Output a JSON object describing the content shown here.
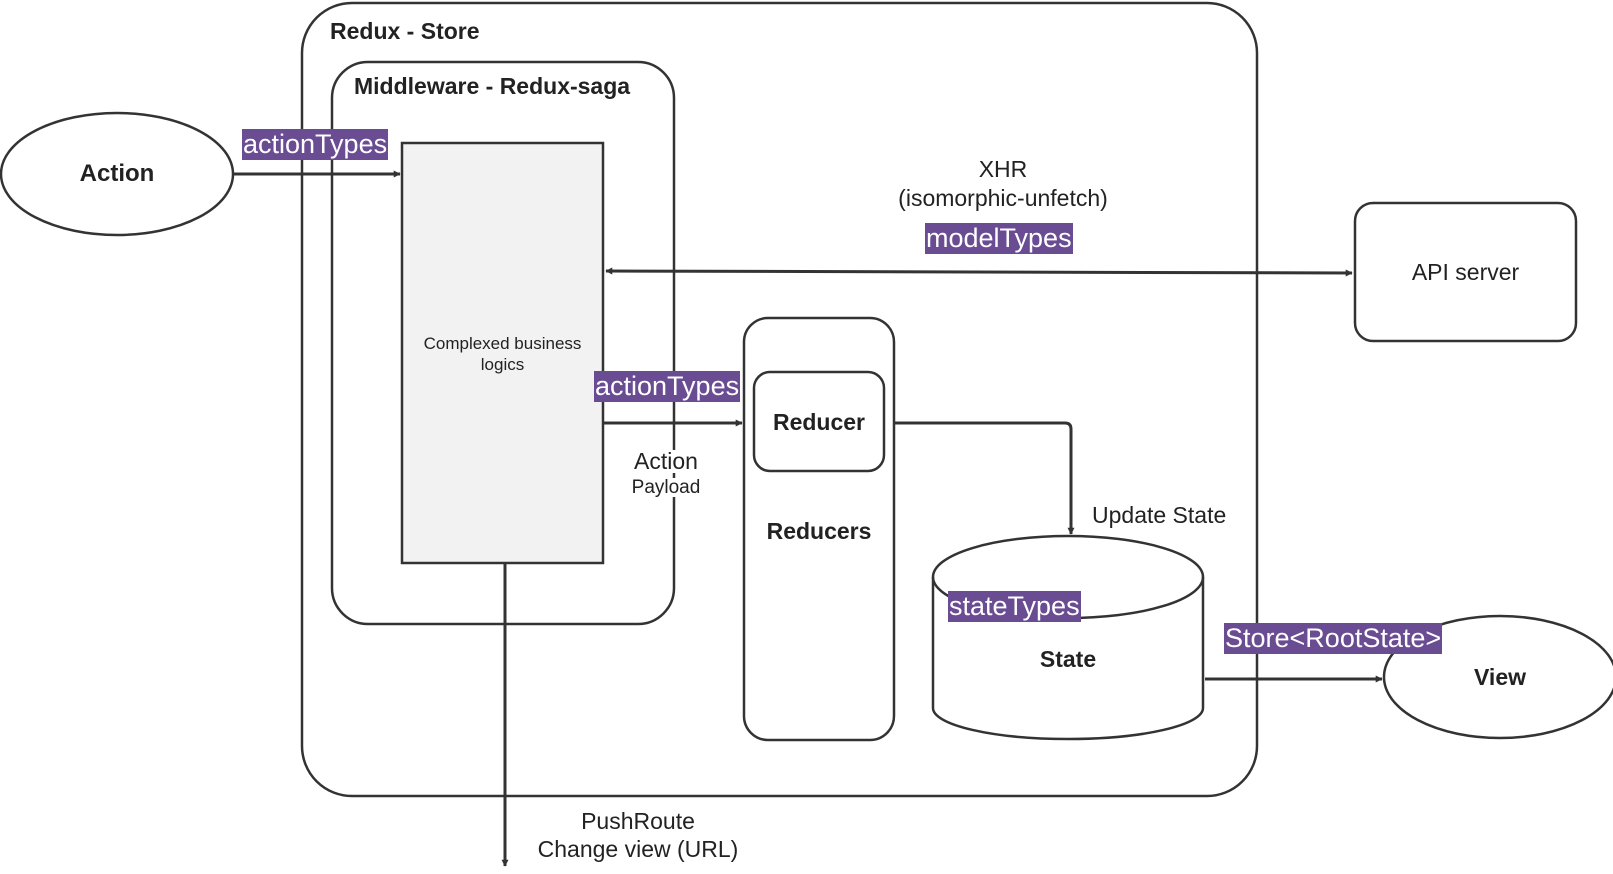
{
  "containers": {
    "store_title": "Redux - Store",
    "middleware_title": "Middleware - Redux-saga",
    "reducers_title": "Reducers"
  },
  "nodes": {
    "action": "Action",
    "business_logic": "Complexed business logics",
    "reducer": "Reducer",
    "state": "State",
    "api_server": "API server",
    "view": "View"
  },
  "edges": {
    "xhr_line1": "XHR",
    "xhr_line2": "(isomorphic-unfetch)",
    "action_payload_line1": "Action",
    "action_payload_line2": "Payload",
    "update_state": "Update State",
    "push_route_line1": "PushRoute",
    "push_route_line2": "Change view (URL)"
  },
  "type_tags": {
    "action_types_in": "actionTypes",
    "model_types": "modelTypes",
    "action_types_out": "actionTypes",
    "state_types": "stateTypes",
    "store_root_state": "Store<RootState>"
  },
  "colors": {
    "stroke": "#333333",
    "tag_background": "#6a4c93",
    "tag_text": "#ffffff",
    "logic_fill": "#f2f2f2"
  }
}
